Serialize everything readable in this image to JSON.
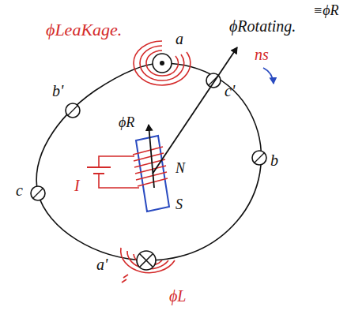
{
  "diagram": {
    "labels": [
      "ϕLeaKage.",
      "ϕRotating.",
      "≡ϕR",
      "ns",
      "a",
      "b'",
      "c'",
      "ϕR",
      "N",
      "I",
      "S",
      "b",
      "c",
      "a'",
      "ϕL"
    ]
  }
}
